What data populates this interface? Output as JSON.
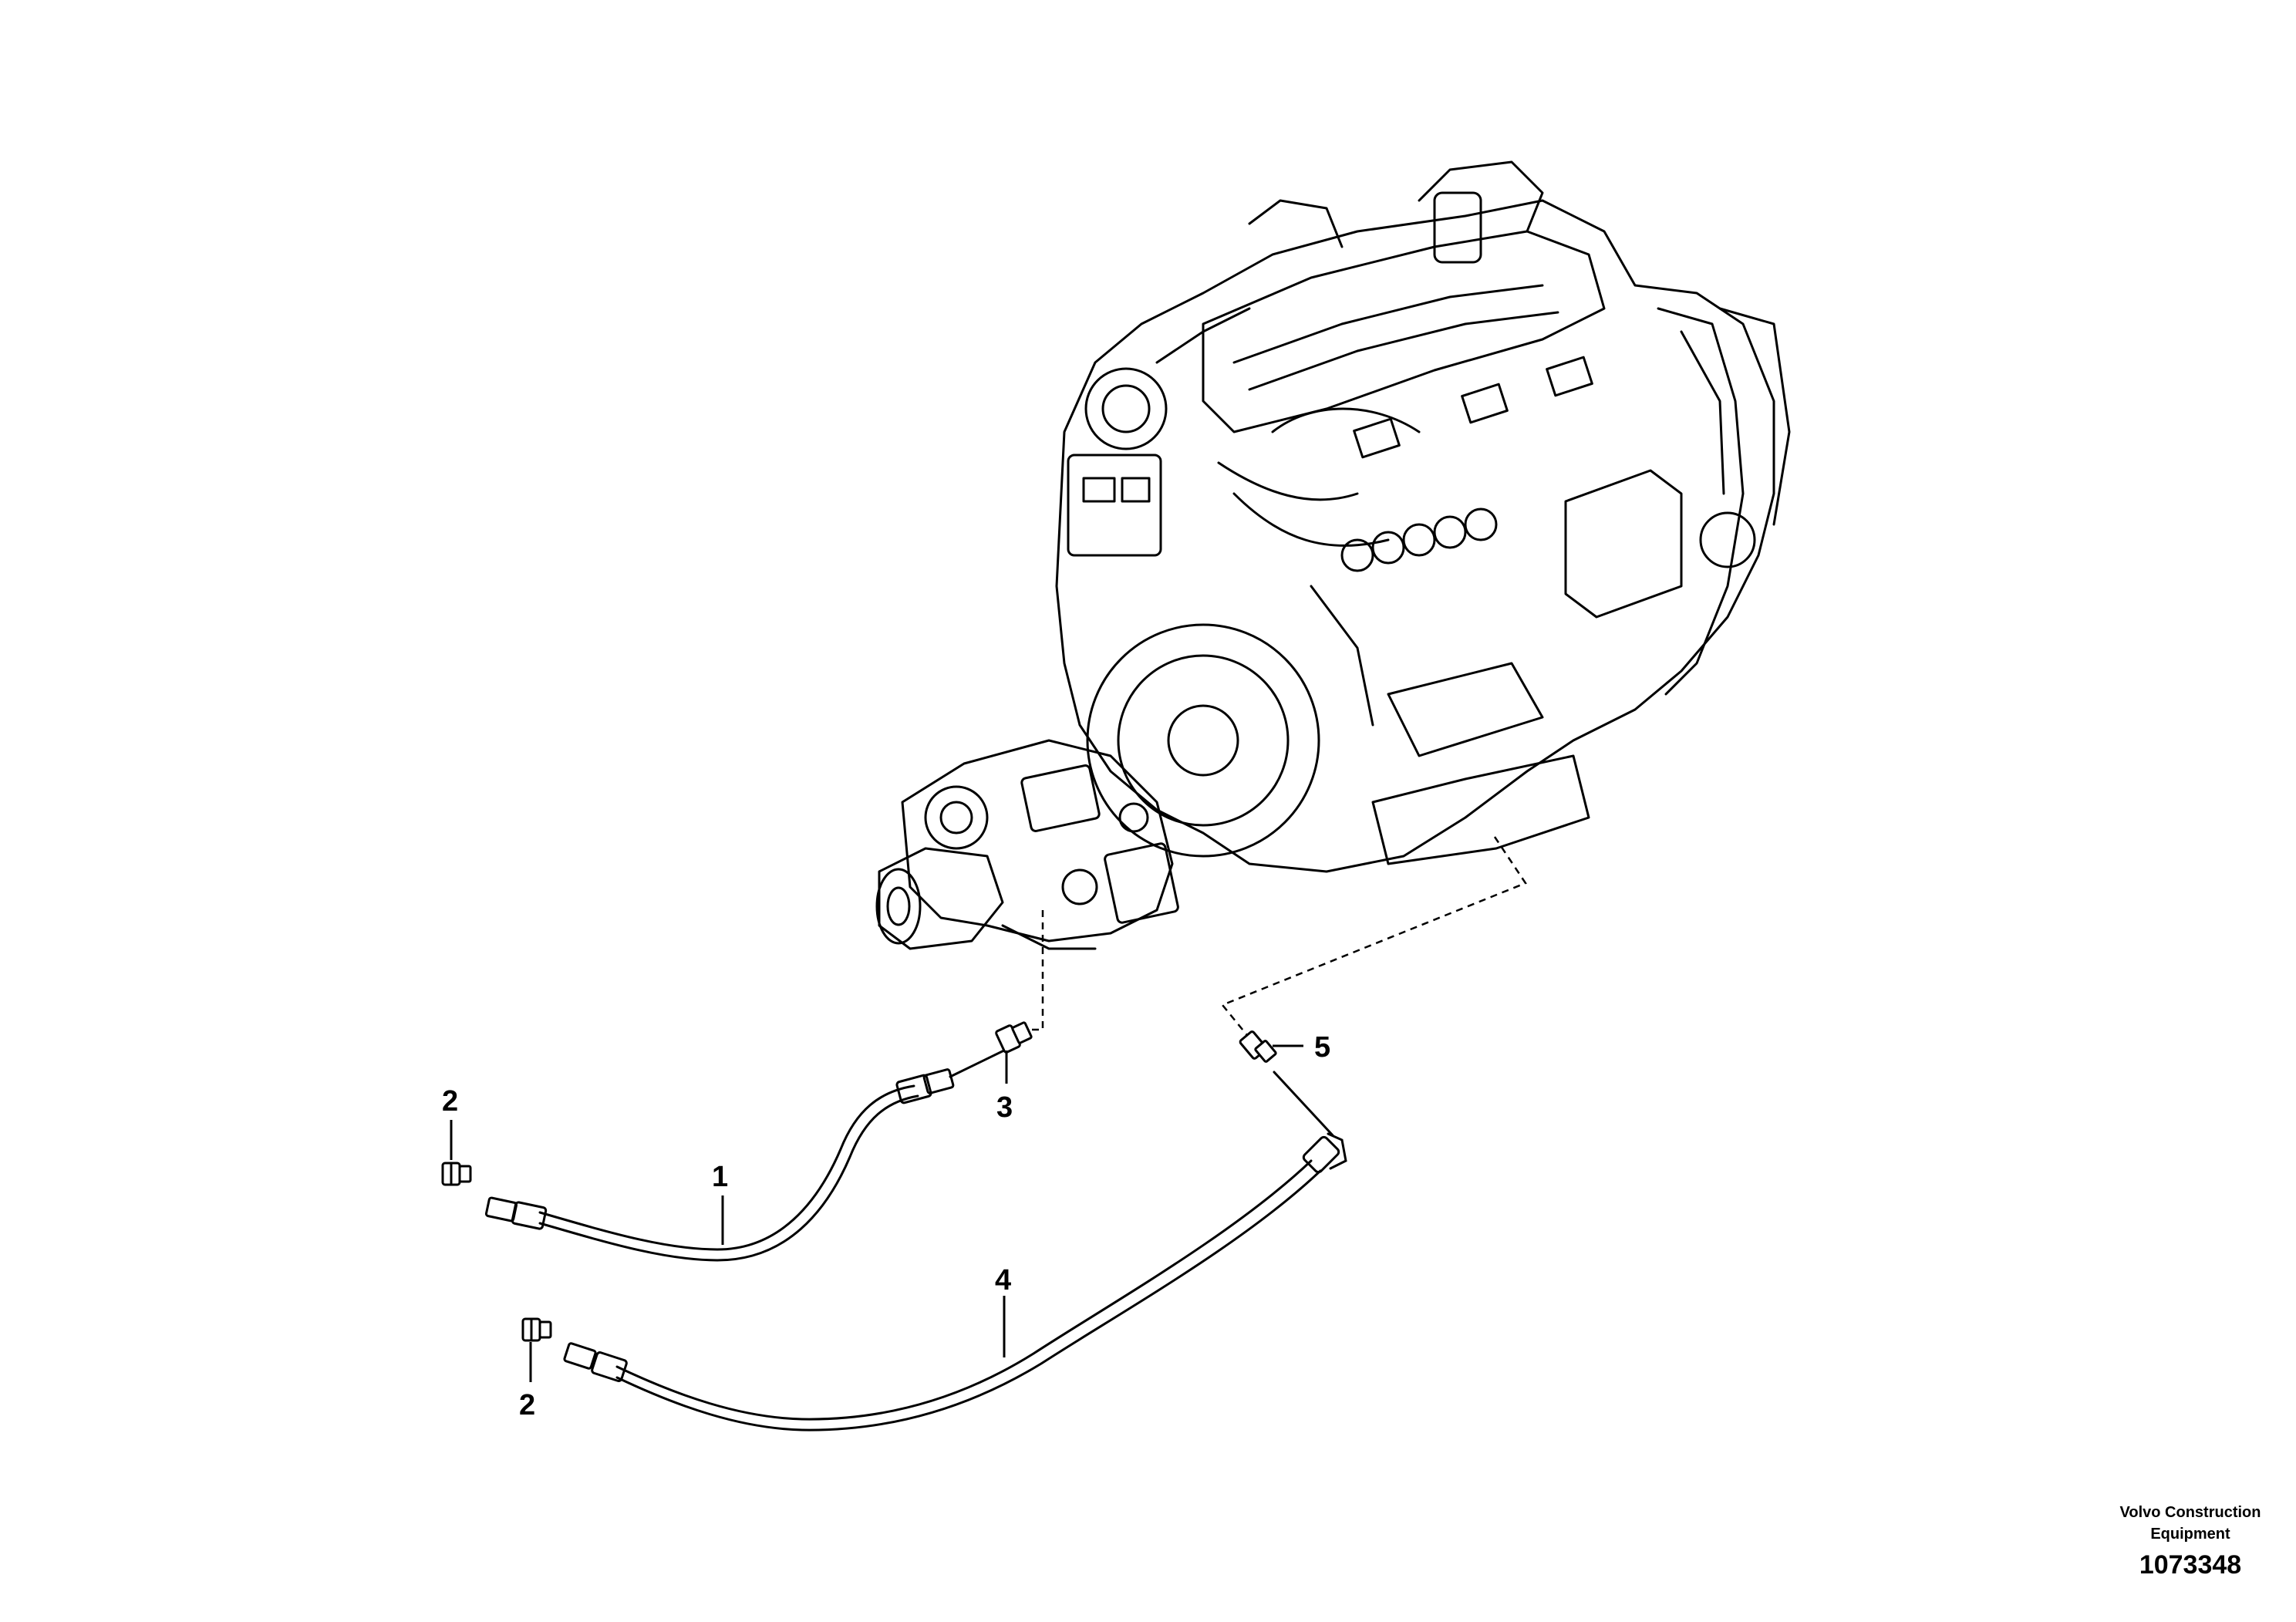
{
  "callouts": {
    "c1": "1",
    "c2a": "2",
    "c2b": "2",
    "c3": "3",
    "c4": "4",
    "c5": "5"
  },
  "brand": {
    "line1": "Volvo Construction",
    "line2": "Equipment"
  },
  "doc_number": "1073348"
}
